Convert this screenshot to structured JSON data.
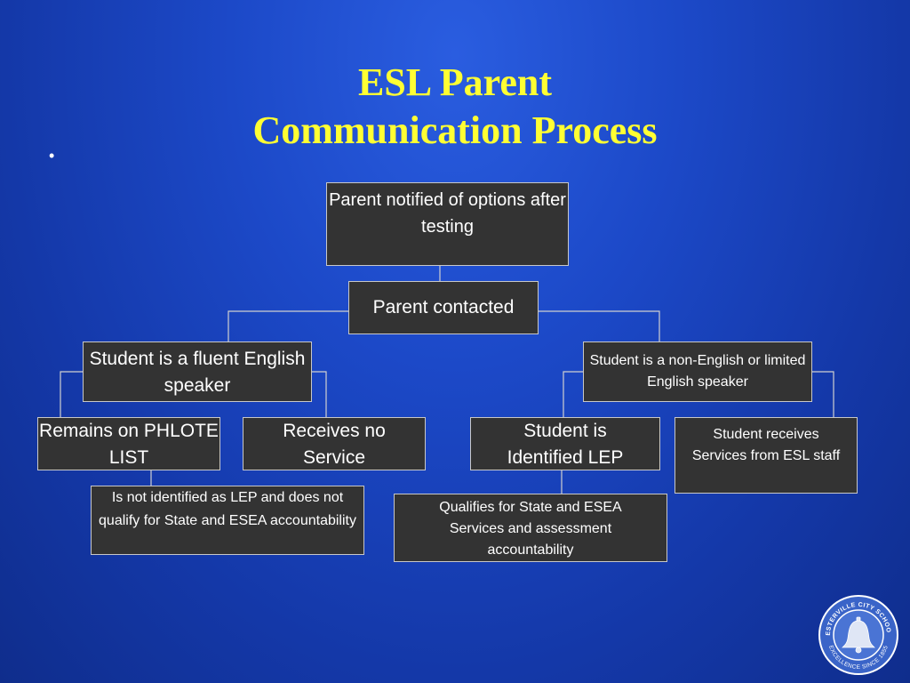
{
  "slide": {
    "title_line1": "ESL Parent",
    "title_line2": "Communication Process",
    "bullet": "•"
  },
  "nodes": {
    "notified": "Parent notified of options after testing",
    "contacted": "Parent contacted",
    "fluent": "Student is a fluent English speaker",
    "non_english": "Student is a non-English or limited English speaker",
    "phlote": "Remains on PHLOTE LIST",
    "no_service": "Receives no Service",
    "lep": "Student is Identified LEP",
    "esl_services": "Student receives Services from ESL staff",
    "not_lep": "Is not identified as LEP and does not qualify for State and ESEA accountability",
    "qualifies": "Qualifies for State and ESEA Services and assessment accountability"
  },
  "logo": {
    "text_top": "WESTERVILLE CITY SCHOOLS",
    "text_bottom": "EXCELLENCE SINCE 1855",
    "icon": "bell-icon"
  },
  "colors": {
    "title": "#ffff33",
    "box_fill": "#333333",
    "box_border": "#c8c8c8",
    "connector": "#d0d0d0"
  }
}
